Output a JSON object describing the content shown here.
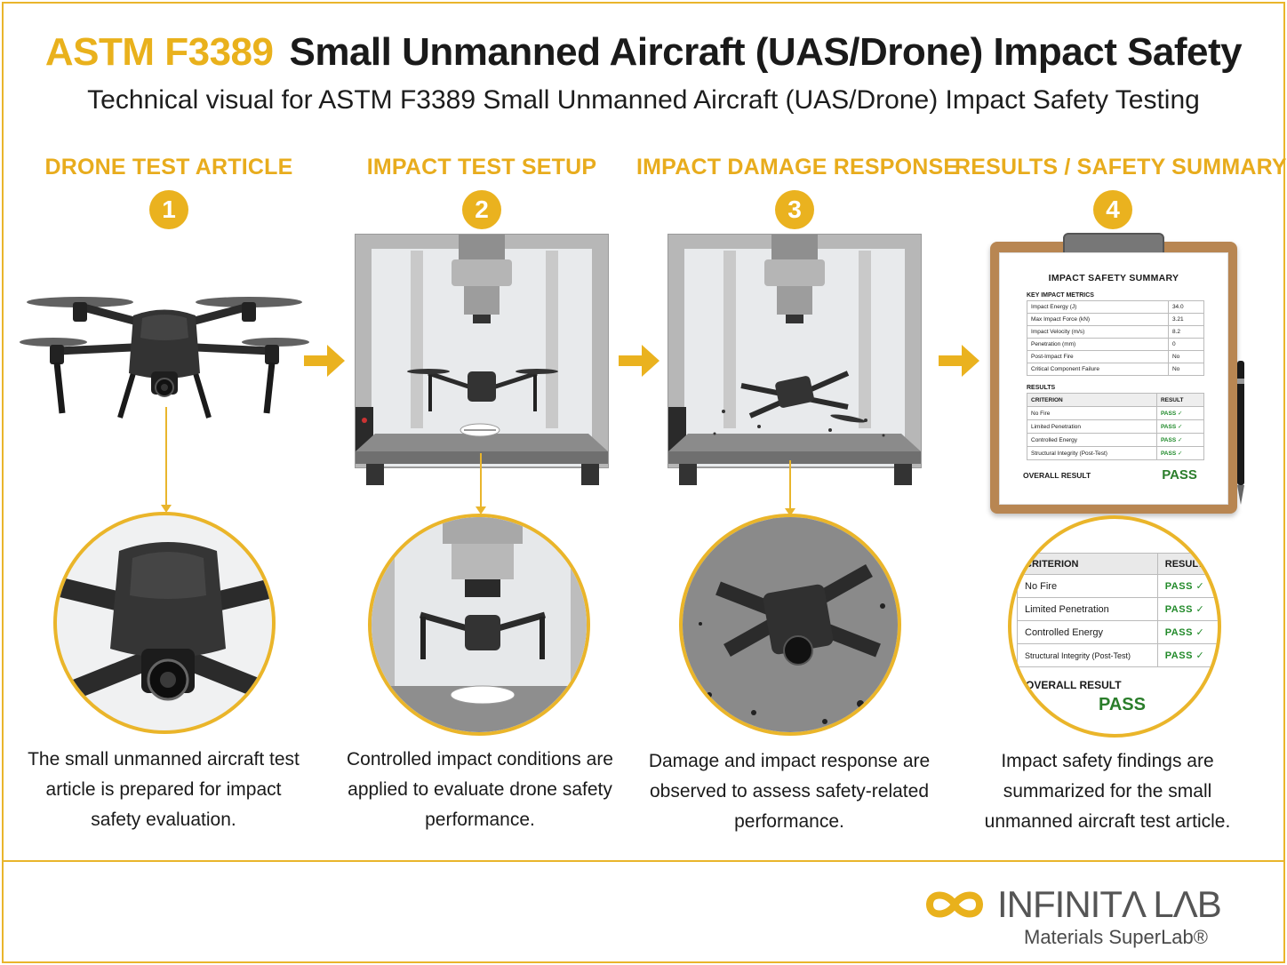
{
  "header": {
    "title_accent": "ASTM F3389",
    "title_main": "Small Unmanned Aircraft (UAS/Drone) Impact Safety",
    "subtitle": "Technical visual for ASTM F3389 Small Unmanned Aircraft (UAS/Drone) Impact Safety Testing"
  },
  "steps": [
    {
      "number": "1",
      "title": "DRONE TEST ARTICLE",
      "description": "The small unmanned aircraft test article is prepared for impact safety evaluation."
    },
    {
      "number": "2",
      "title": "IMPACT TEST SETUP",
      "description": "Controlled impact conditions are applied to evaluate drone safety performance."
    },
    {
      "number": "3",
      "title": "IMPACT DAMAGE RESPONSE",
      "description": "Damage and impact response are observed to assess safety-related performance."
    },
    {
      "number": "4",
      "title": "RESULTS / SAFETY SUMMARY",
      "description": "Impact safety findings are summarized for the small unmanned aircraft test article."
    }
  ],
  "summary": {
    "title": "IMPACT SAFETY SUMMARY",
    "metrics_heading": "KEY IMPACT METRICS",
    "metrics": [
      {
        "label": "Impact Energy (J)",
        "value": "34.0"
      },
      {
        "label": "Max Impact Force (kN)",
        "value": "3.21"
      },
      {
        "label": "Impact Velocity (m/s)",
        "value": "8.2"
      },
      {
        "label": "Penetration (mm)",
        "value": "0"
      },
      {
        "label": "Post-Impact Fire",
        "value": "No"
      },
      {
        "label": "Critical Component Failure",
        "value": "No"
      }
    ],
    "results_heading": "RESULTS",
    "criterion_header": "CRITERION",
    "result_header": "RESULT",
    "results": [
      {
        "criterion": "No Fire",
        "result": "PASS"
      },
      {
        "criterion": "Limited Penetration",
        "result": "PASS"
      },
      {
        "criterion": "Controlled Energy",
        "result": "PASS"
      },
      {
        "criterion": "Structural Integrity (Post-Test)",
        "result": "PASS"
      }
    ],
    "overall_label": "OVERALL RESULT",
    "overall_value": "PASS",
    "check": "✓"
  },
  "brand": {
    "name": "INFINITΛ LΛB",
    "tagline": "Materials SuperLab®",
    "accent_color": "#e9b11c"
  }
}
